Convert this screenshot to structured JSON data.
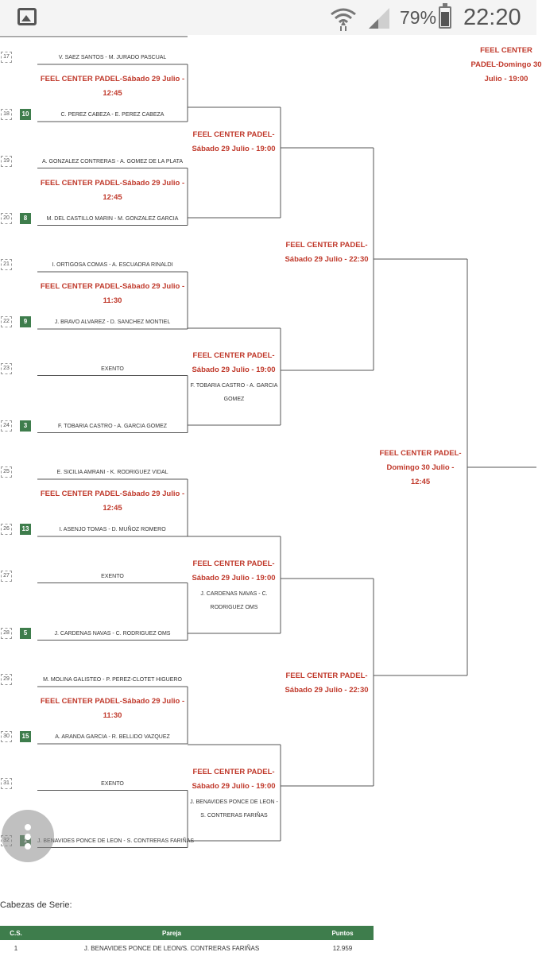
{
  "status_bar": {
    "battery": "79%",
    "time": "22:20"
  },
  "matches": [
    {
      "top_num": "17",
      "top_player": "V. SAEZ SANTOS - M. JURADO PASCUAL",
      "venue": "FEEL CENTER PADEL-Sábado 29 Julio - 12:45",
      "bottom_num": "18",
      "seed": "10",
      "bottom_player": "C. PEREZ CABEZA - E. PEREZ CABEZA"
    },
    {
      "top_num": "19",
      "top_player": "A. GONZALEZ CONTRERAS - A. GOMEZ DE LA PLATA",
      "venue": "FEEL CENTER PADEL-Sábado 29 Julio - 12:45",
      "bottom_num": "20",
      "seed": "8",
      "bottom_player": "M. DEL CASTILLO MARIN - M. GONZALEZ GARCIA"
    },
    {
      "top_num": "21",
      "top_player": "I. ORTIGOSA COMAS - A. ESCUADRA RINALDI",
      "venue": "FEEL CENTER PADEL-Sábado 29 Julio - 11:30",
      "bottom_num": "22",
      "seed": "9",
      "bottom_player": "J. BRAVO ALVAREZ - D. SANCHEZ MONTIEL"
    },
    {
      "top_num": "23",
      "top_player": "EXENTO",
      "venue": "",
      "bottom_num": "24",
      "seed": "3",
      "bottom_player": "F. TOBARIA CASTRO - A. GARCIA GOMEZ"
    },
    {
      "top_num": "25",
      "top_player": "E. SICILIA AMRANI - K. RODRIGUEZ VIDAL",
      "venue": "FEEL CENTER PADEL-Sábado 29 Julio - 12:45",
      "bottom_num": "26",
      "seed": "13",
      "bottom_player": "I. ASENJO TOMAS - D. MUÑOZ ROMERO"
    },
    {
      "top_num": "27",
      "top_player": "EXENTO",
      "venue": "",
      "bottom_num": "28",
      "seed": "5",
      "bottom_player": "J. CARDENAS NAVAS - C. RODRIGUEZ OMS"
    },
    {
      "top_num": "29",
      "top_player": "M. MOLINA GALISTEO - P. PEREZ-CLOTET HIGUERO",
      "venue": "FEEL CENTER PADEL-Sábado 29 Julio - 11:30",
      "bottom_num": "30",
      "seed": "15",
      "bottom_player": "A. ARANDA GARCIA - R. BELLIDO VAZQUEZ"
    },
    {
      "top_num": "31",
      "top_player": "EXENTO",
      "venue": "",
      "bottom_num": "32",
      "seed": "1",
      "bottom_player": "J. BENAVIDES PONCE DE LEON - S. CONTRERAS FARIÑAS"
    }
  ],
  "round2": [
    {
      "venue": "FEEL CENTER PADEL-Sábado 29 Julio - 19:00",
      "winner": ""
    },
    {
      "venue": "FEEL CENTER PADEL-Sábado 29 Julio - 19:00",
      "winner": "F. TOBARIA CASTRO - A. GARCIA GOMEZ"
    },
    {
      "venue": "FEEL CENTER PADEL-Sábado 29 Julio - 19:00",
      "winner": "J. CARDENAS NAVAS - C. RODRIGUEZ OMS"
    },
    {
      "venue": "FEEL CENTER PADEL-Sábado 29 Julio - 19:00",
      "winner": "J. BENAVIDES PONCE DE LEON - S. CONTRERAS FARIÑAS"
    }
  ],
  "round3": [
    {
      "venue": "FEEL CENTER PADEL-Sábado 29 Julio - 22:30"
    },
    {
      "venue": "FEEL CENTER PADEL-Sábado 29 Julio - 22:30"
    }
  ],
  "round4": [
    {
      "venue": "FEEL CENTER PADEL-Domingo 30 Julio - 12:45"
    }
  ],
  "round5_partial": {
    "venue": "FEEL CENTER PADEL-Domingo 30 Julio - 19:00"
  },
  "seeds": {
    "title": "Cabezas de Serie:",
    "headers": {
      "cs": "C.S.",
      "pareja": "Pareja",
      "puntos": "Puntos"
    },
    "rows": [
      {
        "cs": "1",
        "pareja": "J. BENAVIDES PONCE DE LEON/S. CONTRERAS FARIÑAS",
        "puntos": "12.959"
      }
    ]
  }
}
